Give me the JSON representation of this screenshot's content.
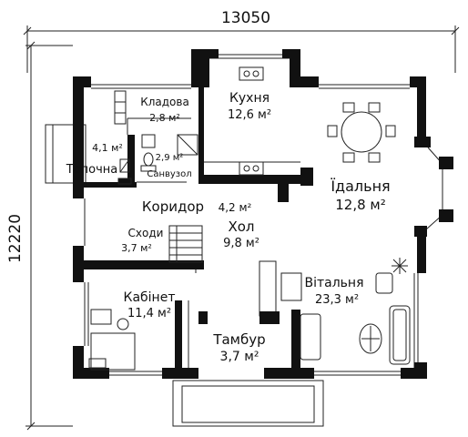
{
  "dimensions": {
    "width": "13050",
    "height": "12220"
  },
  "rooms": [
    {
      "id": "kladova",
      "name": "Кладова",
      "area": "2,8 м²"
    },
    {
      "id": "kukhnia",
      "name": "Кухня",
      "area": "12,6 м²"
    },
    {
      "id": "topochna",
      "name": "Топочна",
      "area": "4,1 м²"
    },
    {
      "id": "sanvuzol",
      "name": "Санвузол",
      "area": "2,9 м²"
    },
    {
      "id": "idalnia",
      "name": "Їдальня",
      "area": "12,8 м²"
    },
    {
      "id": "korydor",
      "name": "Коридор",
      "area": "4,2 м²"
    },
    {
      "id": "khol",
      "name": "Хол",
      "area": "9,8 м²"
    },
    {
      "id": "skhody",
      "name": "Сходи",
      "area": "3,7 м²"
    },
    {
      "id": "kabinet",
      "name": "Кабінет",
      "area": "11,4 м²"
    },
    {
      "id": "vitalnia",
      "name": "Вітальня",
      "area": "23,3 м²"
    },
    {
      "id": "tambur",
      "name": "Тамбур",
      "area": "3,7 м²"
    }
  ],
  "colors": {
    "wall": "#111111",
    "line": "#222222",
    "background": "#ffffff"
  }
}
